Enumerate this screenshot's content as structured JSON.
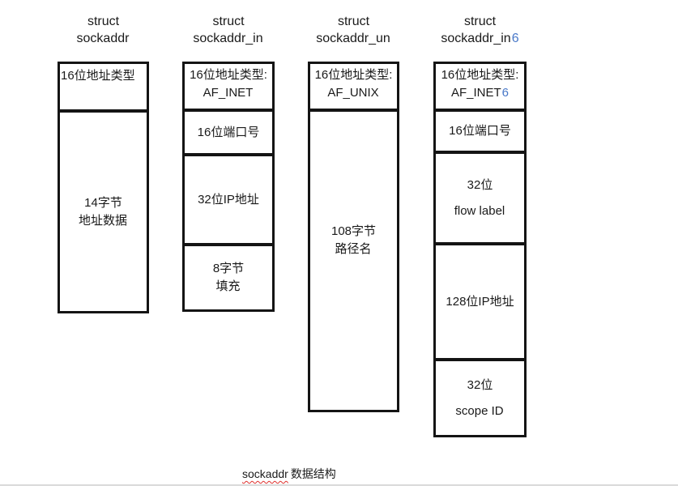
{
  "colors": {
    "border": "#141414",
    "text": "#1a1a1a",
    "six": "#4878c8",
    "rule": "#d9d9d9",
    "wavy": "#e0312e"
  },
  "caption": {
    "underlined": "sockaddr",
    "rest": "数据结构"
  },
  "columns": [
    {
      "id": "sockaddr",
      "title1": "struct",
      "title2": "sockaddr",
      "cells": [
        {
          "line1": "16位地址类型",
          "line2": ""
        },
        {
          "line1": "14字节",
          "line2": "地址数据"
        }
      ]
    },
    {
      "id": "sockaddr_in",
      "title1": "struct",
      "title2": "sockaddr_in",
      "cells": [
        {
          "line1": "16位地址类型:",
          "line2": "AF_INET"
        },
        {
          "line1": "16位端口号",
          "line2": ""
        },
        {
          "line1": "32位IP地址",
          "line2": ""
        },
        {
          "line1": "8字节",
          "line2": "填充"
        }
      ]
    },
    {
      "id": "sockaddr_un",
      "title1": "struct",
      "title2": "sockaddr_un",
      "cells": [
        {
          "line1": "16位地址类型:",
          "line2": "AF_UNIX"
        },
        {
          "line1": "108字节",
          "line2": "路径名"
        }
      ]
    },
    {
      "id": "sockaddr_in6",
      "title1": "struct",
      "title2": "sockaddr_in",
      "title2_suffix": "6",
      "cells": [
        {
          "line1": "16位地址类型:",
          "line2": "AF_INET",
          "line2_suffix": "6"
        },
        {
          "line1": "16位端口号",
          "line2": ""
        },
        {
          "line1": "32位",
          "line2": "flow label"
        },
        {
          "line1": "128位IP地址",
          "line2": ""
        },
        {
          "line1": "32位",
          "line2": "scope ID"
        }
      ]
    }
  ]
}
